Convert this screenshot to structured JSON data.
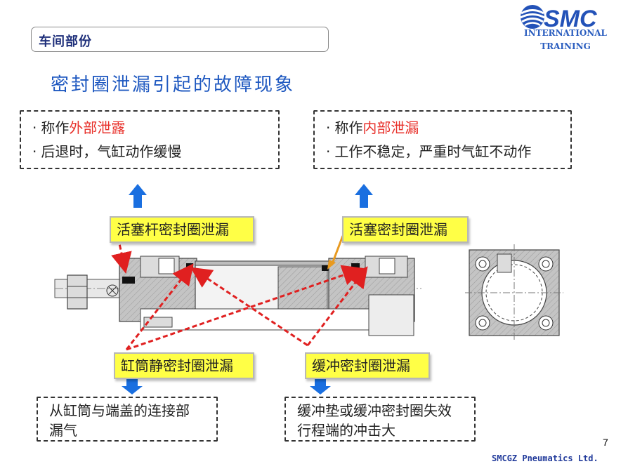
{
  "header": {
    "section_tag": "车间部份",
    "logo_text": "SMC",
    "logo_line1": "INTERNATIONAL",
    "logo_line2": "TRAINING"
  },
  "title": "密封圈泄漏引起的故障现象",
  "external_box": {
    "line1_prefix": "称作",
    "line1_highlight": "外部泄露",
    "line2": "后退时，气缸动作缓慢"
  },
  "internal_box": {
    "line1_prefix": "称作",
    "line1_highlight": "内部泄漏",
    "line2": "工作不稳定，严重时气缸不动作"
  },
  "labels": {
    "rod_seal": "活塞杆密封圈泄漏",
    "piston_seal": "活塞密封圈泄漏",
    "barrel_seal": "缸筒静密封圈泄漏",
    "cushion_seal": "缓冲密封圈泄漏"
  },
  "bottom_left_box": {
    "line1": "从缸筒与端盖的连接部",
    "line2": "漏气"
  },
  "bottom_right_box": {
    "line1": "缓冲垫或缓冲密封圈失效",
    "line2": "行程端的冲击大"
  },
  "bullet": "·",
  "page_number": "7",
  "footer": "SMCGZ  Pneumatics  Ltd.",
  "colors": {
    "title_blue": "#1e58c0",
    "highlight_red": "#e8302a",
    "label_yellow": "#ffff46",
    "arrow_blue": "#1a6fe0",
    "dashed_red": "#e02020",
    "cylinder_gray": "#b8b8b8"
  },
  "icons": {
    "up_arrow": "up-arrow-icon",
    "down_arrow": "down-arrow-icon",
    "logo": "smc-logo-icon"
  }
}
